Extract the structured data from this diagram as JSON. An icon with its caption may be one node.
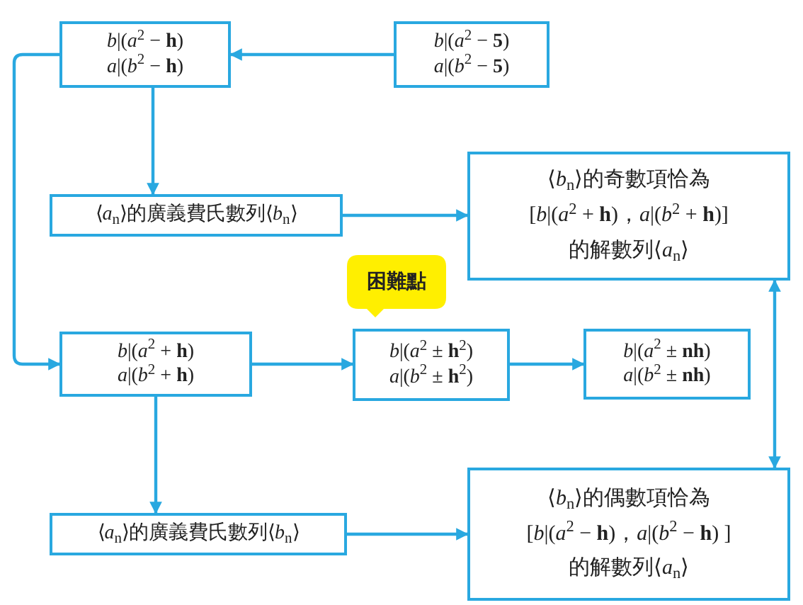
{
  "diagram": {
    "nodes": [
      {
        "text": [
          "*b*|(*a*$^{2}$ − **h**)",
          "*a*|(*b*$^{2}$ − **h**)"
        ]
      },
      {
        "text": [
          "*b*|(*a*$^{2}$ − **5**)",
          "*a*|(*b*$^{2}$ − **5**)"
        ]
      },
      {
        "text": [
          "⟨*a*$_{n}$⟩的廣義費氏數列⟨*b*$_{n}$⟩"
        ]
      },
      {
        "text": [
          "⟨*b*$_{n}$⟩的奇數項恰為",
          "[*b*|(*a*$^{2}$ + **h**)，*a*|(*b*$^{2}$ + **h**)]",
          "的解數列⟨*a*$_{n}$⟩"
        ]
      },
      {
        "text": [
          "*b*|(*a*$^{2}$ + **h**)",
          "*a*|(*b*$^{2}$ + **h**)"
        ]
      },
      {
        "text": [
          "困難點"
        ]
      },
      {
        "text": [
          "*b*|(*a*$^{2}$ ± **h**$^{2}$)",
          "*a*|(*b*$^{2}$ ± **h**$^{2}$)"
        ]
      },
      {
        "text": [
          "*b*|(*a*$^{2}$ ± **nh**)",
          "*a*|(*b*$^{2}$ ± **nh**)"
        ]
      },
      {
        "text": [
          "⟨*a*$_{n}$⟩的廣義費氏數列⟨*b*$_{n}$⟩"
        ]
      },
      {
        "text": [
          "⟨*b*$_{n}$⟩的偶數項恰為",
          "[*b*|(*a*$^{2}$ − **h**)，*a*|(*b*$^{2}$ − **h**) ]",
          "的解數列⟨*a*$_{n}$⟩"
        ]
      }
    ],
    "edges": [
      {
        "from": 1,
        "to": 0,
        "arrow": "to"
      },
      {
        "from": 0,
        "to": 4,
        "arrow": "to"
      },
      {
        "from": 0,
        "to": 2,
        "arrow": "to"
      },
      {
        "from": 2,
        "to": 3,
        "arrow": "to"
      },
      {
        "from": 4,
        "to": 6,
        "arrow": "to"
      },
      {
        "from": 6,
        "to": 7,
        "arrow": "to"
      },
      {
        "from": 4,
        "to": 8,
        "arrow": "to"
      },
      {
        "from": 8,
        "to": 9,
        "arrow": "to"
      },
      {
        "from": 3,
        "to": 9,
        "arrow": "both"
      }
    ]
  }
}
